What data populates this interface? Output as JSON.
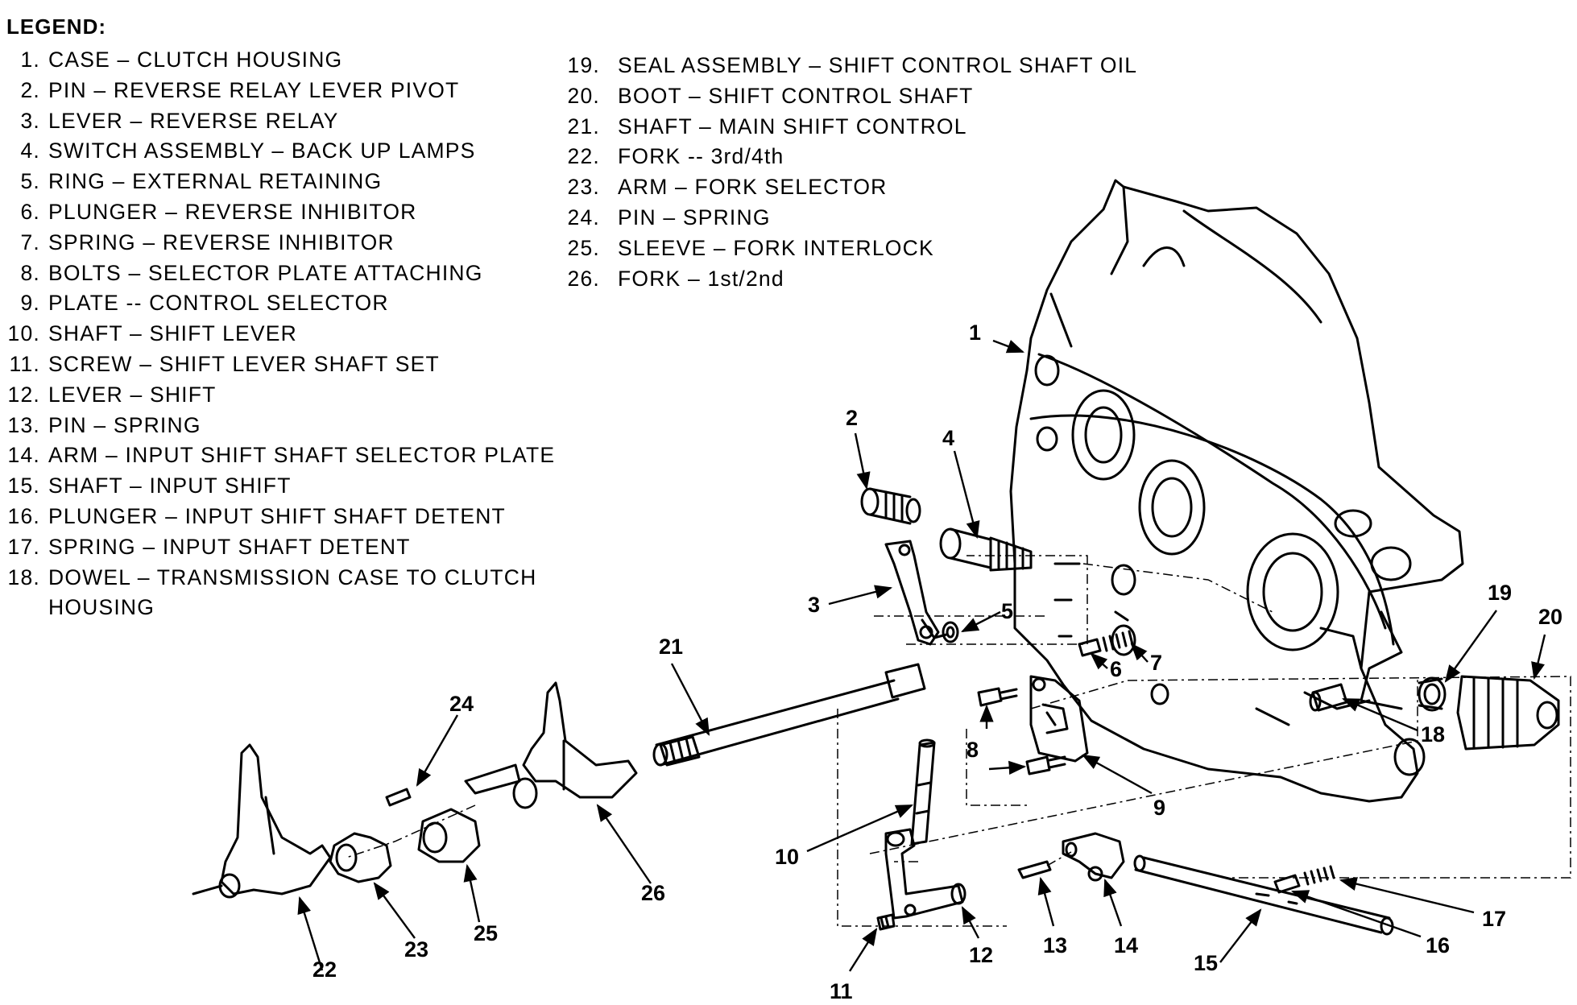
{
  "legend": {
    "title": "LEGEND:",
    "items_left": [
      {
        "num": "1.",
        "text": "CASE – CLUTCH HOUSING"
      },
      {
        "num": "2.",
        "text": "PIN – REVERSE RELAY LEVER PIVOT"
      },
      {
        "num": "3.",
        "text": "LEVER – REVERSE RELAY"
      },
      {
        "num": "4.",
        "text": "SWITCH ASSEMBLY – BACK UP LAMPS"
      },
      {
        "num": "5.",
        "text": "RING – EXTERNAL RETAINING"
      },
      {
        "num": "6.",
        "text": "PLUNGER – REVERSE INHIBITOR"
      },
      {
        "num": "7.",
        "text": "SPRING – REVERSE INHIBITOR"
      },
      {
        "num": "8.",
        "text": "BOLTS – SELECTOR PLATE ATTACHING"
      },
      {
        "num": "9.",
        "text": "PLATE -- CONTROL SELECTOR"
      },
      {
        "num": "10.",
        "text": "SHAFT – SHIFT LEVER"
      },
      {
        "num": "11.",
        "text": "SCREW – SHIFT LEVER SHAFT SET"
      },
      {
        "num": "12.",
        "text": "LEVER – SHIFT"
      },
      {
        "num": "13.",
        "text": "PIN – SPRING"
      },
      {
        "num": "14.",
        "text": "ARM – INPUT SHIFT SHAFT SELECTOR PLATE"
      },
      {
        "num": "15.",
        "text": "SHAFT – INPUT SHIFT"
      },
      {
        "num": "16.",
        "text": "PLUNGER – INPUT SHIFT SHAFT DETENT"
      },
      {
        "num": "17.",
        "text": "SPRING – INPUT SHAFT DETENT"
      },
      {
        "num": "18.",
        "text": "DOWEL – TRANSMISSION CASE TO CLUTCH"
      }
    ],
    "item18_continuation": "HOUSING",
    "items_right": [
      {
        "num": "19.",
        "text": "SEAL ASSEMBLY – SHIFT CONTROL SHAFT OIL"
      },
      {
        "num": "20.",
        "text": "BOOT – SHIFT CONTROL SHAFT"
      },
      {
        "num": "21.",
        "text": "SHAFT – MAIN SHIFT CONTROL"
      },
      {
        "num": "22.",
        "text": "FORK -- 3rd/4th"
      },
      {
        "num": "23.",
        "text": "ARM – FORK SELECTOR"
      },
      {
        "num": "24.",
        "text": "PIN – SPRING"
      },
      {
        "num": "25.",
        "text": "SLEEVE – FORK INTERLOCK"
      },
      {
        "num": "26.",
        "text": "FORK – 1st/2nd"
      }
    ]
  },
  "callouts": [
    "1",
    "2",
    "3",
    "4",
    "5",
    "6",
    "7",
    "8",
    "9",
    "10",
    "11",
    "12",
    "13",
    "14",
    "15",
    "16",
    "17",
    "18",
    "19",
    "20",
    "21",
    "22",
    "23",
    "24",
    "25",
    "26"
  ]
}
